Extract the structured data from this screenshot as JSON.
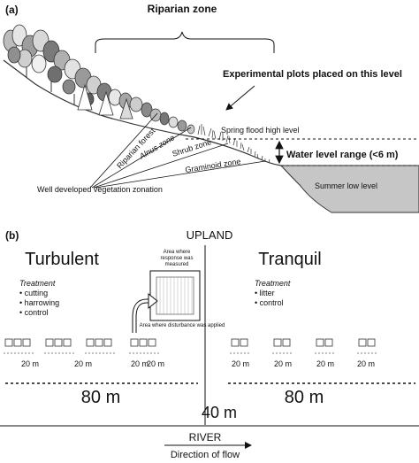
{
  "panel_a": {
    "label": "(a)",
    "zone_title": "Riparian zone",
    "plots_note": "Experimental plots placed on this level",
    "spring_flood": "Spring flood high level",
    "water_range": "Water level range (<6 m)",
    "summer_low": "Summer low level",
    "zones": [
      "Riparian forest",
      "Alnus zone",
      "Shrub zone",
      "Graminoid zone"
    ],
    "zonation_caption": "Well developed vegetation zonation"
  },
  "panel_b": {
    "label": "(b)",
    "upland": "UPLAND",
    "turbulent": {
      "title": "Turbulent",
      "treatment_label": "Treatment",
      "treatments": [
        "• cutting",
        "• harrowing",
        "• control"
      ],
      "spacing": [
        "20 m",
        "20 m",
        "20 m",
        "20 m"
      ],
      "width": "80 m"
    },
    "tranquil": {
      "title": "Tranquil",
      "treatment_label": "Treatment",
      "treatments": [
        "• litter",
        "• control"
      ],
      "spacing": [
        "20 m",
        "20 m",
        "20 m",
        "20 m"
      ],
      "width": "80 m"
    },
    "inset_response": [
      "Area where",
      "response was",
      "measured"
    ],
    "inset_disturbance": "Area where disturbance was applied",
    "gap": "40 m",
    "river": "RIVER",
    "flow": "Direction of flow"
  }
}
